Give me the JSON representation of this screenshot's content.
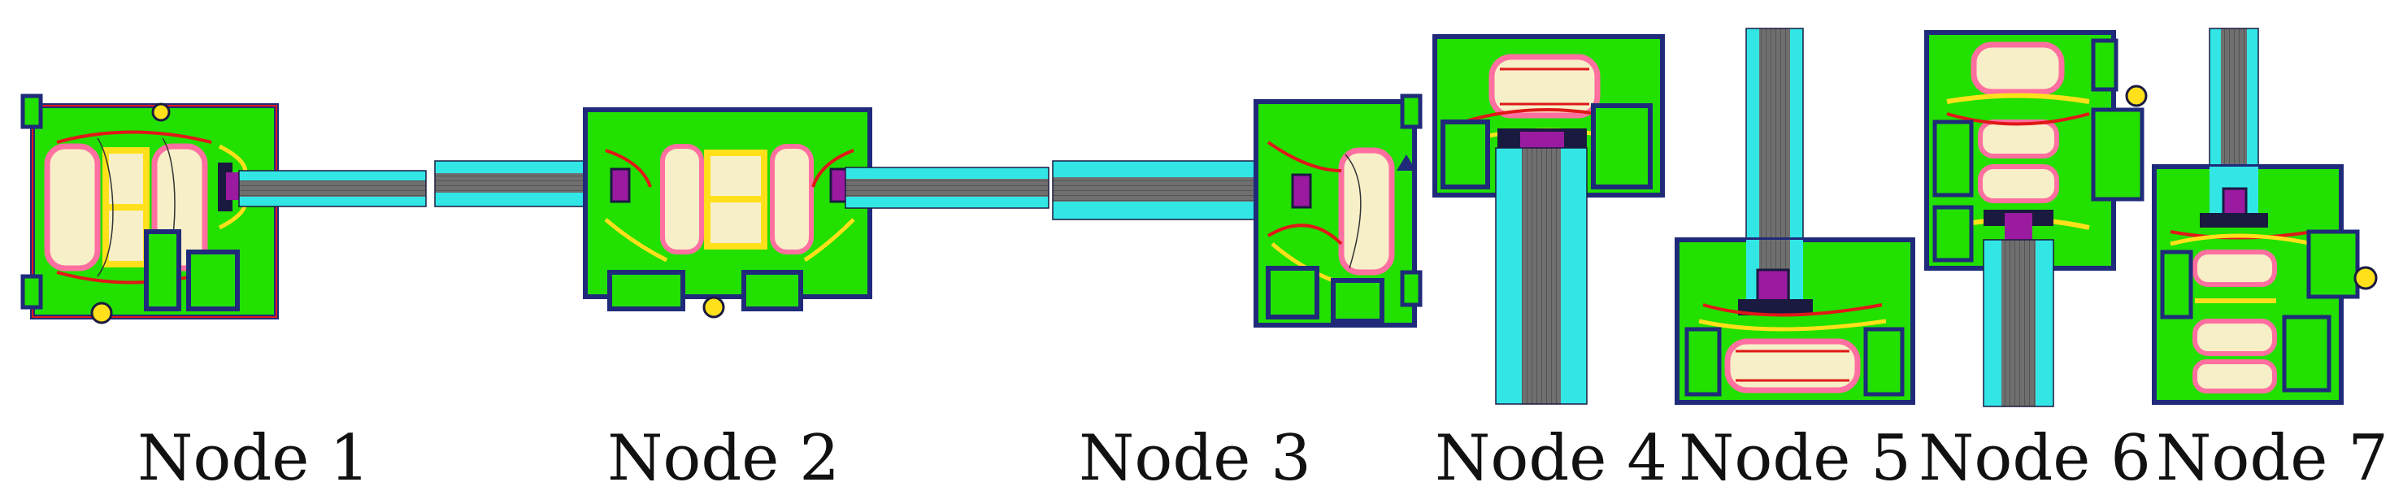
{
  "figure": {
    "nodes": [
      {
        "id": "node-1",
        "label": "Node 1"
      },
      {
        "id": "node-2",
        "label": "Node 2"
      },
      {
        "id": "node-3",
        "label": "Node 3"
      },
      {
        "id": "node-4",
        "label": "Node 4"
      },
      {
        "id": "node-5",
        "label": "Node 5"
      },
      {
        "id": "node-6",
        "label": "Node 6"
      },
      {
        "id": "node-7",
        "label": "Node 7"
      }
    ]
  },
  "colors": {
    "frame_fill": "#22e000",
    "frame_outline": "#1f2a7a",
    "glass": "#33e6e6",
    "glass_core": "#6a6a6a",
    "insulation": "#f6efc8",
    "gasket": "#ff6fa0",
    "isotherm_red": "#e01818",
    "isotherm_yellow": "#ffe01a",
    "spacer": "#9a1aa0",
    "seal_dark": "#1a1a40"
  }
}
